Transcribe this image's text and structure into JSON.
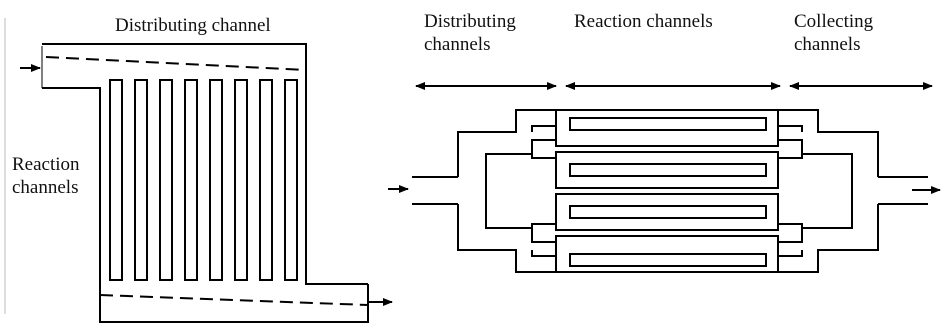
{
  "left_diagram": {
    "title": "Distributing channel",
    "side_label_line1": "Reaction",
    "side_label_line2": "channels"
  },
  "right_diagram": {
    "distributing_line1": "Distributing",
    "distributing_line2": "channels",
    "reaction": "Reaction channels",
    "collecting_line1": "Collecting",
    "collecting_line2": "channels"
  }
}
